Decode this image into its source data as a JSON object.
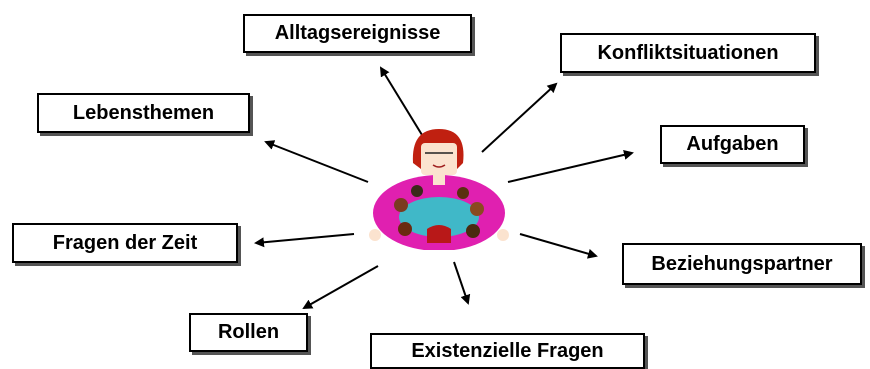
{
  "center": {
    "label": ""
  },
  "labels": {
    "alltagsereignisse": "Alltagsereignisse",
    "konfliktsituationen": "Konfliktsituationen",
    "lebensthemen": "Lebensthemen",
    "aufgaben": "Aufgaben",
    "fragen_der_zeit": "Fragen der Zeit",
    "beziehungspartner": "Beziehungspartner",
    "rollen": "Rollen",
    "existenzielle_fragen": "Existenzielle Fragen"
  },
  "colors": {
    "box_border": "#000000",
    "arrow": "#000000",
    "figure_body": "#e020b0",
    "figure_hair": "#c02010",
    "table": "#40b8c8"
  }
}
